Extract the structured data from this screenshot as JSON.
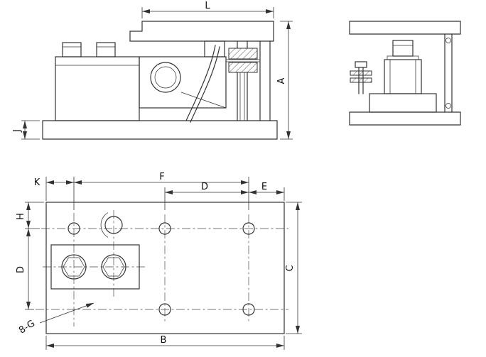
{
  "colors": {
    "line": "#333333",
    "background": "#ffffff",
    "text": "#111111"
  },
  "drawing": {
    "dims": {
      "L": "L",
      "A": "A",
      "J": "J",
      "K": "K",
      "F": "F",
      "D_top": "D",
      "E": "E",
      "H": "H",
      "D_left": "D",
      "C": "C",
      "B": "B",
      "hole_note": "8-G"
    }
  }
}
